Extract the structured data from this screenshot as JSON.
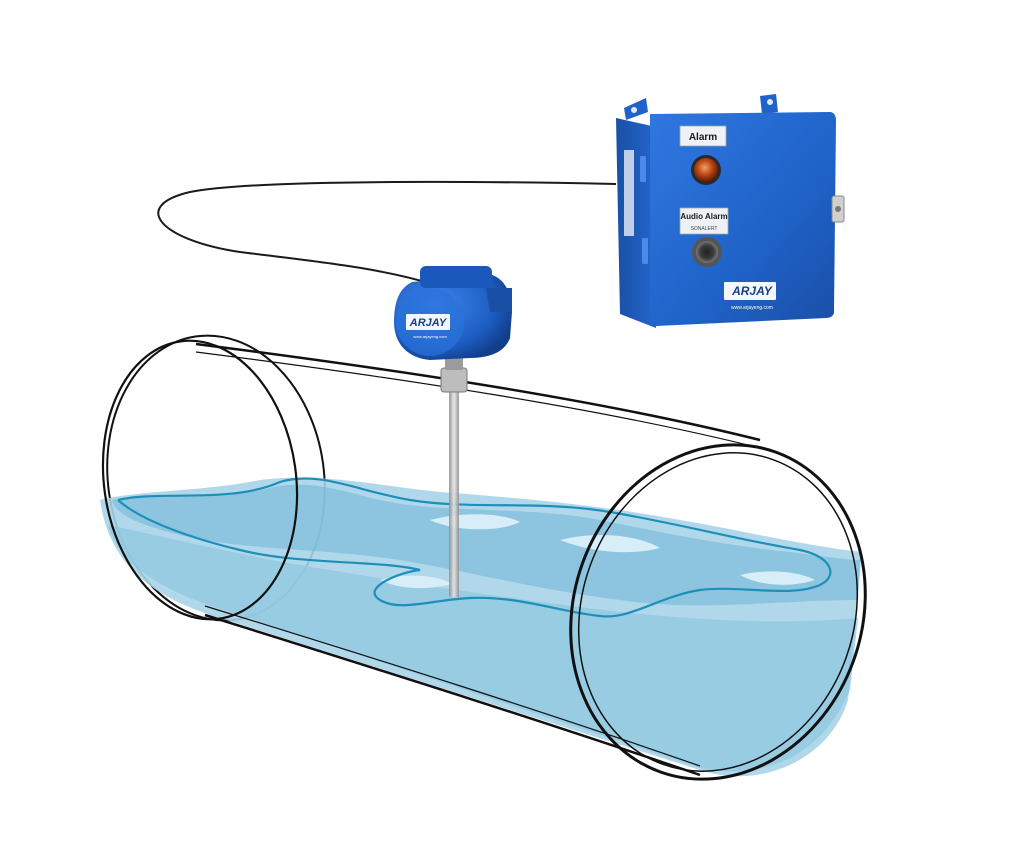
{
  "control_box": {
    "alarm_label": "Alarm",
    "audio_alarm_label": "Audio Alarm",
    "audio_alarm_sublabel": "SONALERT",
    "brand": "ARJAY",
    "website": "www.arjayeng.com"
  },
  "sensor_head": {
    "brand": "ARJAY",
    "website": "www.arjayeng.com"
  },
  "colors": {
    "enclosure_blue": "#1f62c8",
    "water_light": "#a8d4e8",
    "water_mid": "#6fb6d8",
    "wave_line": "#1d8fb8",
    "pipe_outline": "#111111"
  }
}
